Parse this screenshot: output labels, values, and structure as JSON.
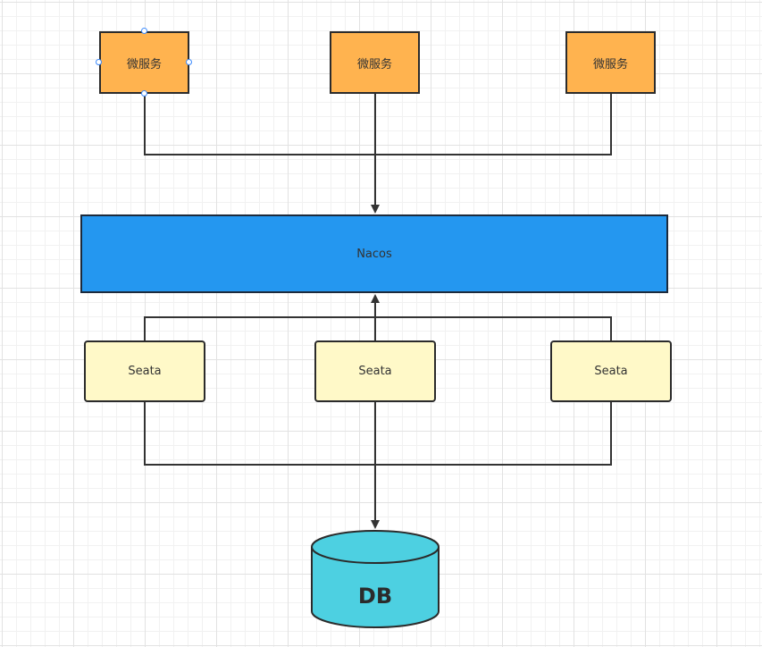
{
  "diagram": {
    "microservices": [
      {
        "label": "微服务"
      },
      {
        "label": "微服务"
      },
      {
        "label": "微服务"
      }
    ],
    "registry": {
      "label": "Nacos"
    },
    "seata_nodes": [
      {
        "label": "Seata"
      },
      {
        "label": "Seata"
      },
      {
        "label": "Seata"
      }
    ],
    "database": {
      "label": "DB"
    }
  },
  "colors": {
    "microservice_fill": "#ffb34f",
    "registry_fill": "#2497f0",
    "seata_fill": "#fff9c8",
    "db_fill": "#4dd0e1",
    "line": "#333333",
    "selection_handle": "#3d8bfd"
  }
}
